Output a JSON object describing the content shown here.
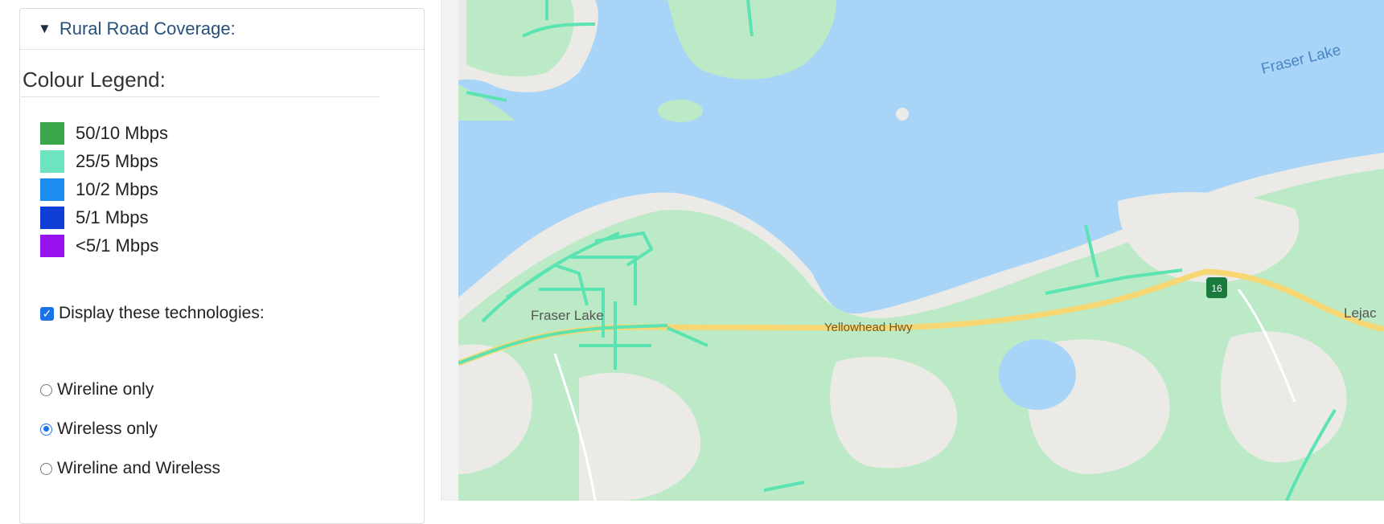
{
  "section": {
    "title": "Rural Road Coverage:",
    "expanded": true
  },
  "legend": {
    "title": "Colour Legend:",
    "items": [
      {
        "label": "50/10 Mbps",
        "color": "#3aa84a"
      },
      {
        "label": "25/5 Mbps",
        "color": "#6de3c0"
      },
      {
        "label": "10/2 Mbps",
        "color": "#1e8ff0"
      },
      {
        "label": "5/1 Mbps",
        "color": "#0f3fd6"
      },
      {
        "label": "<5/1 Mbps",
        "color": "#9812f0"
      }
    ]
  },
  "technologies": {
    "checkbox_label": "Display these technologies:",
    "checked": true,
    "options": [
      {
        "label": "Wireline only",
        "selected": false
      },
      {
        "label": "Wireless only",
        "selected": true
      },
      {
        "label": "Wireline and Wireless",
        "selected": false
      }
    ]
  },
  "map": {
    "lake_label": "Fraser Lake",
    "town_label": "Fraser Lake",
    "highway_label": "Yellowhead Hwy",
    "community_label": "Lejac",
    "route_shield": "16",
    "colors": {
      "water": "#a8d4f7",
      "land": "#eceae6",
      "forest": "#bdeac6",
      "highway": "#f7d774",
      "coverage": "#5ce3b2"
    }
  }
}
